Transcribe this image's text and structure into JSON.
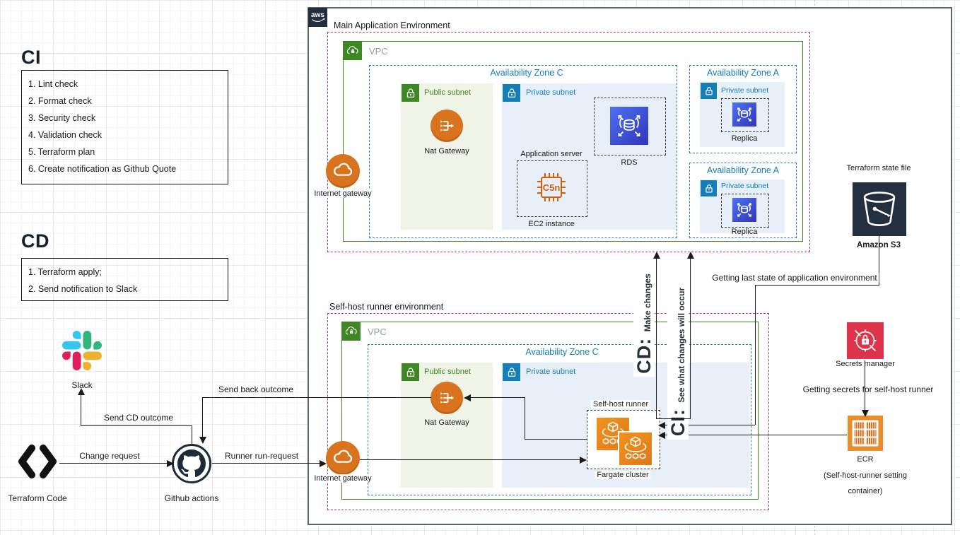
{
  "ci_section": {
    "heading": "CI",
    "items": [
      "1. Lint check",
      "2. Format check",
      "3. Security check",
      "4. Validation check",
      "5. Terraform plan",
      "6. Create notification as Github Quote"
    ]
  },
  "cd_section": {
    "heading": "CD",
    "items": [
      "1. Terraform apply;",
      "2. Send notification to Slack"
    ]
  },
  "left_flow": {
    "slack_label": "Slack",
    "terraform_code_label": "Terraform Code",
    "github_label": "Github actions"
  },
  "arrow_labels": {
    "send_cd_outcome": "Send CD outcome",
    "send_back_outcome": "Send back outcome",
    "change_request": "Change request",
    "runner_run_request": "Runner run-request",
    "getting_last_state": "Getting last state of application environment",
    "getting_secrets": "Getting secrets for self-host runner"
  },
  "cd_ci_arrows": {
    "cd_prefix": "CD: ",
    "cd_text": "Make changes",
    "ci_prefix": "CI: ",
    "ci_text": "See what changes will occur"
  },
  "outer": {
    "logo_text": "aws"
  },
  "main_env": {
    "title": "Main Application Environment",
    "vpc_label": "VPC",
    "az_c_title": "Availability Zone C",
    "public_subnet_label": "Public subnet",
    "nat_gateway_label": "Nat Gateway",
    "private_subnet_label": "Private subnet",
    "application_server_label": "Application server",
    "ec2_chip_text": "C5n",
    "ec2_instance_label": "EC2 instance",
    "rds_label": "RDS",
    "internet_gateway_label": "Internet gateway",
    "az_a1_title": "Availability Zone A",
    "az_a1_subnet_label": "Private subnet",
    "az_a1_replica_label": "Replica",
    "az_a2_title": "Availability Zone A",
    "az_a2_subnet_label": "Private subnet",
    "az_a2_replica_label": "Replica"
  },
  "runner_env": {
    "title": "Self-host runner environment",
    "vpc_label": "VPC",
    "az_c_title": "Availability Zone C",
    "public_subnet_label": "Public subnet",
    "nat_gateway_label": "Nat Gateway",
    "private_subnet_label": "Private subnet",
    "self_host_runner_label": "Self-host runner",
    "fargate_cluster_label": "Fargate cluster",
    "internet_gateway_label": "Internet gateway"
  },
  "right_side": {
    "terraform_state_label": "Terraform state file",
    "s3_label": "Amazon S3",
    "secrets_manager_label": "Secrets manager",
    "ecr_label": "ECR",
    "ecr_sub1": "(Self-host-runner setting",
    "ecr_sub2": "container)"
  },
  "colors": {
    "region_border": "#C7365F",
    "vpc_border": "#3F8624",
    "az_border": "#2E7CB8",
    "public_subnet_fill": "#F0F4E6",
    "private_subnet_fill": "#E7F0F8",
    "gateway_orange": "#D9731E",
    "database_indigo": "#3B48CC",
    "dark_navy": "#232F3E",
    "secrets_red": "#DD344C",
    "slack_blue": "#36C5F0",
    "slack_green": "#2EB67D",
    "slack_yellow": "#ECB22E",
    "slack_red": "#E01E5A",
    "line": "#1A1A1A"
  }
}
